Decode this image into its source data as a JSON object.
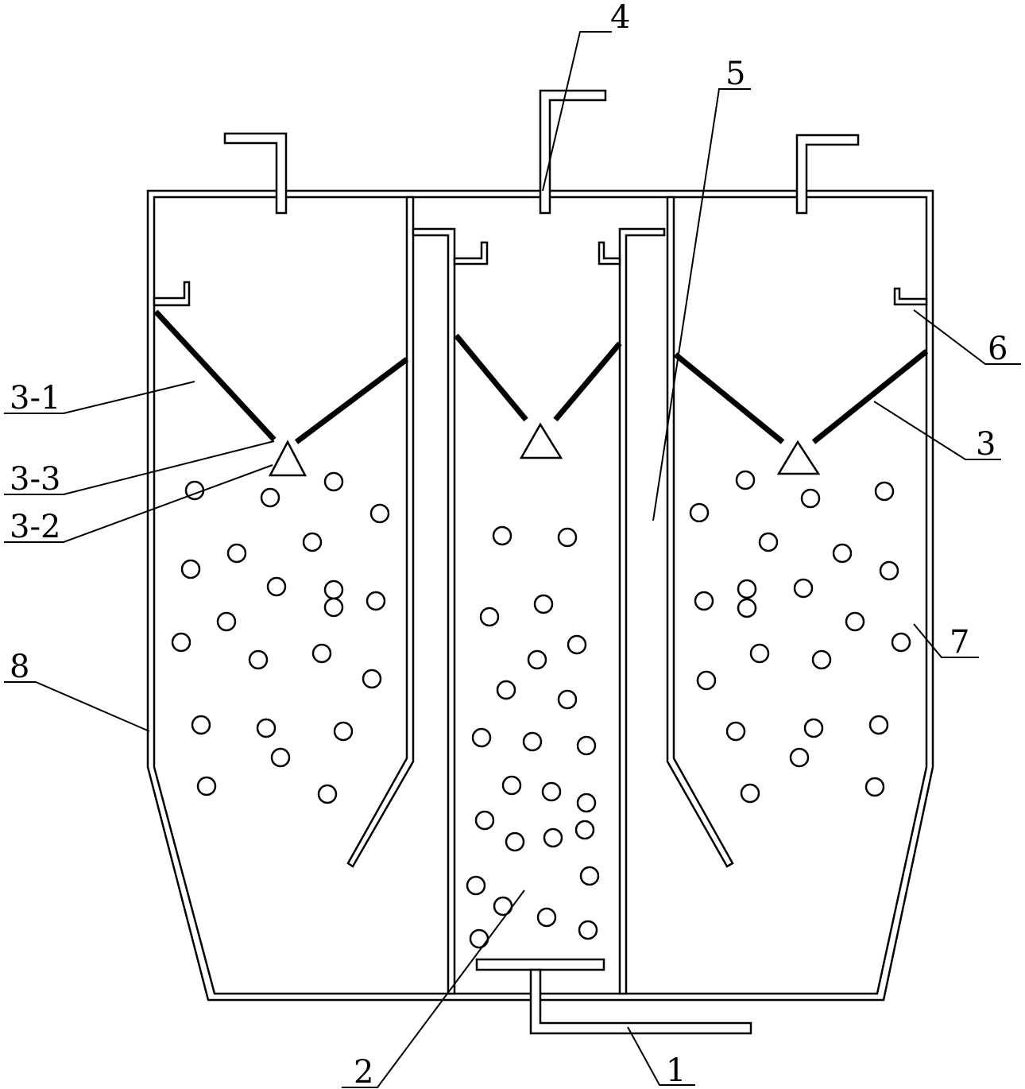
{
  "title": "Reactor schematic with numbered components",
  "labels": {
    "l1": "1",
    "l2": "2",
    "l3": "3",
    "l3_1": "3-1",
    "l3_2": "3-2",
    "l3_3": "3-3",
    "l4": "4",
    "l5": "5",
    "l6": "6",
    "l7": "7",
    "l8": "8"
  }
}
